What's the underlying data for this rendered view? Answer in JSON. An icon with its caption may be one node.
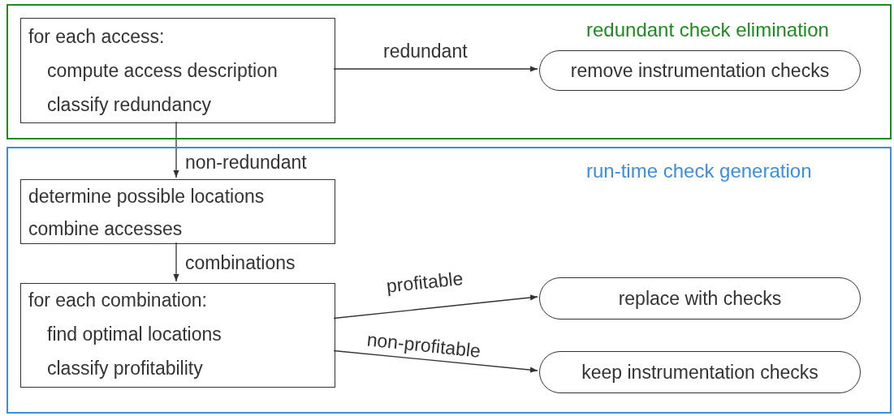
{
  "diagram": {
    "nodes": [
      {
        "text": [
          "redundant check elimination"
        ]
      },
      {
        "text": [
          "for each access:",
          "compute access description",
          "classify redundancy"
        ],
        "in": 0
      },
      {
        "text": [
          "remove instrumentation checks"
        ],
        "in": 0
      },
      {
        "text": [
          "run-time check generation"
        ]
      },
      {
        "text": [
          "determine possible locations",
          "combine accesses"
        ],
        "in": 3
      },
      {
        "text": [
          "for each combination:",
          "find optimal locations",
          "classify profitability"
        ],
        "in": 3
      },
      {
        "text": [
          "replace with checks"
        ],
        "in": 3
      },
      {
        "text": [
          "keep instrumentation checks"
        ],
        "in": 3
      }
    ],
    "edges": [
      {
        "from": 1,
        "to": 2,
        "arrow": "to",
        "label": "redundant"
      },
      {
        "from": 1,
        "to": 4,
        "arrow": "to",
        "label": "non-redundant"
      },
      {
        "from": 4,
        "to": 5,
        "arrow": "to",
        "label": "combinations"
      },
      {
        "from": 5,
        "to": 6,
        "arrow": "to",
        "label": "profitable"
      },
      {
        "from": 5,
        "to": 7,
        "arrow": "to",
        "label": "non-profitable"
      }
    ]
  }
}
